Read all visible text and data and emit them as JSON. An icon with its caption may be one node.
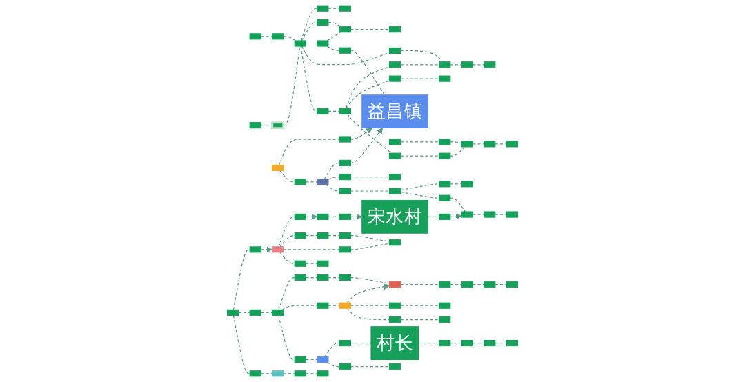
{
  "diagram": {
    "nodes": [
      {
        "text": [],
        "shape": "box"
      },
      {
        "text": [],
        "shape": "box"
      },
      {
        "text": [],
        "shape": "box"
      },
      {
        "text": [],
        "shape": "box"
      },
      {
        "text": [],
        "shape": "box"
      },
      {
        "text": [],
        "shape": "box"
      },
      {
        "text": [],
        "shape": "box"
      },
      {
        "text": [],
        "shape": "box"
      },
      {
        "text": [],
        "shape": "box"
      },
      {
        "text": [],
        "shape": "box"
      },
      {
        "text": [],
        "shape": "box"
      },
      {
        "text": [],
        "shape": "box"
      },
      {
        "text": [],
        "shape": "box"
      },
      {
        "text": [],
        "shape": "box"
      },
      {
        "text": [],
        "shape": "box"
      },
      {
        "text": [],
        "shape": "box"
      },
      {
        "text": [],
        "shape": "box"
      },
      {
        "text": [],
        "shape": "box"
      },
      {
        "text": [],
        "shape": "box"
      },
      {
        "text": [],
        "shape": "box"
      },
      {
        "text": [],
        "shape": "box"
      },
      {
        "text": [],
        "shape": "box"
      },
      {
        "text": [],
        "shape": "box"
      },
      {
        "text": [],
        "shape": "box"
      },
      {
        "text": [],
        "shape": "box"
      },
      {
        "text": [],
        "shape": "box"
      },
      {
        "text": [],
        "shape": "box"
      },
      {
        "text": [],
        "shape": "box"
      },
      {
        "text": [
          "益昌镇"
        ]
      },
      {
        "text": [],
        "shape": "box"
      },
      {
        "text": [],
        "shape": "box"
      },
      {
        "text": [],
        "shape": "box"
      },
      {
        "text": [],
        "shape": "box"
      },
      {
        "text": [],
        "shape": "box"
      },
      {
        "text": [],
        "shape": "box"
      },
      {
        "text": [],
        "shape": "box"
      },
      {
        "text": [],
        "shape": "box"
      },
      {
        "text": [],
        "shape": "box"
      },
      {
        "text": [],
        "shape": "box"
      },
      {
        "text": [],
        "shape": "box"
      },
      {
        "text": [],
        "shape": "box"
      },
      {
        "text": [],
        "shape": "box"
      },
      {
        "text": [],
        "shape": "box"
      },
      {
        "text": [],
        "shape": "box"
      },
      {
        "text": [],
        "shape": "box"
      },
      {
        "text": [
          "宋水村"
        ]
      },
      {
        "text": [],
        "shape": "box"
      },
      {
        "text": [],
        "shape": "box"
      },
      {
        "text": [],
        "shape": "box"
      },
      {
        "text": [],
        "shape": "box"
      },
      {
        "text": [],
        "shape": "box"
      },
      {
        "text": [],
        "shape": "box"
      },
      {
        "text": [],
        "shape": "box"
      },
      {
        "text": [],
        "shape": "box"
      },
      {
        "text": [],
        "shape": "box"
      },
      {
        "text": [],
        "shape": "box"
      },
      {
        "text": [],
        "shape": "box"
      },
      {
        "text": [],
        "shape": "box"
      },
      {
        "text": [],
        "shape": "box"
      },
      {
        "text": [],
        "shape": "box"
      },
      {
        "text": [],
        "shape": "box"
      },
      {
        "text": [],
        "shape": "box"
      },
      {
        "text": [],
        "shape": "box"
      },
      {
        "text": [],
        "shape": "box"
      },
      {
        "text": [],
        "shape": "box"
      },
      {
        "text": [],
        "shape": "box"
      },
      {
        "text": [],
        "shape": "box"
      },
      {
        "text": [],
        "shape": "box"
      },
      {
        "text": [],
        "shape": "box"
      },
      {
        "text": [],
        "shape": "box"
      },
      {
        "text": [
          "村长"
        ]
      },
      {
        "text": [],
        "shape": "box"
      },
      {
        "text": [],
        "shape": "box"
      },
      {
        "text": [],
        "shape": "box"
      },
      {
        "text": [],
        "shape": "box"
      },
      {
        "text": [],
        "shape": "box"
      },
      {
        "text": [],
        "shape": "box"
      },
      {
        "text": [],
        "shape": "box"
      },
      {
        "text": [],
        "shape": "box"
      },
      {
        "text": [],
        "shape": "box"
      },
      {
        "text": [],
        "shape": "box"
      },
      {
        "text": [],
        "shape": "box"
      },
      {
        "text": [],
        "shape": "box"
      },
      {
        "text": [],
        "shape": "box"
      },
      {
        "text": [],
        "shape": "box"
      },
      {
        "text": [],
        "shape": "box"
      },
      {
        "text": [],
        "shape": "box"
      },
      {
        "text": [],
        "shape": "box"
      },
      {
        "text": [],
        "shape": "box"
      }
    ],
    "edges": [
      {
        "from": 0,
        "to": 1,
        "arrow": "none",
        "style": "dashed"
      },
      {
        "from": 1,
        "to": 4,
        "arrow": "none",
        "style": "dashed"
      },
      {
        "from": 2,
        "to": 3,
        "arrow": "none",
        "style": "dashed"
      },
      {
        "from": 3,
        "to": 4,
        "arrow": "none",
        "style": "dashed"
      },
      {
        "from": 6,
        "to": 5,
        "arrow": "none",
        "style": "dashed"
      },
      {
        "from": 4,
        "to": 6,
        "arrow": "none",
        "style": "dashed"
      },
      {
        "from": 4,
        "to": 7,
        "arrow": "none",
        "style": "dashed"
      },
      {
        "from": 7,
        "to": 10,
        "arrow": "none",
        "style": "dashed"
      },
      {
        "from": 8,
        "to": 10,
        "arrow": "none",
        "style": "dashed"
      },
      {
        "from": 8,
        "to": 9,
        "arrow": "none",
        "style": "dashed"
      },
      {
        "from": 10,
        "to": 11,
        "arrow": "none",
        "style": "dashed"
      },
      {
        "from": 4,
        "to": 12,
        "arrow": "none",
        "style": "dashed"
      },
      {
        "from": 12,
        "to": 14,
        "arrow": "none",
        "style": "dashed"
      },
      {
        "from": 4,
        "to": 13,
        "arrow": "none",
        "style": "dashed"
      },
      {
        "from": 13,
        "to": 16,
        "arrow": "none",
        "style": "dashed"
      },
      {
        "from": 15,
        "to": 14,
        "arrow": "none",
        "style": "dashed"
      },
      {
        "from": 16,
        "to": 15,
        "arrow": "none",
        "style": "dashed"
      },
      {
        "from": 16,
        "to": 17,
        "arrow": "none",
        "style": "dashed"
      },
      {
        "from": 17,
        "to": 18,
        "arrow": "none",
        "style": "dashed"
      },
      {
        "from": 14,
        "to": 19,
        "arrow": "none",
        "style": "dashed"
      },
      {
        "from": 19,
        "to": 20,
        "arrow": "none",
        "style": "dashed"
      },
      {
        "from": 16,
        "to": 21,
        "arrow": "none",
        "style": "dashed"
      },
      {
        "from": 21,
        "to": 22,
        "arrow": "none",
        "style": "dashed"
      },
      {
        "from": 22,
        "to": 25,
        "arrow": "none",
        "style": "dashed"
      },
      {
        "from": 24,
        "to": 25,
        "arrow": "none",
        "style": "dashed"
      },
      {
        "from": 23,
        "to": 24,
        "arrow": "none",
        "style": "dashed"
      },
      {
        "from": 25,
        "to": 26,
        "arrow": "none",
        "style": "dashed"
      },
      {
        "from": 26,
        "to": 27,
        "arrow": "none",
        "style": "dashed"
      },
      {
        "from": 9,
        "to": 28,
        "arrow": "none",
        "style": "dashed"
      },
      {
        "from": 29,
        "to": 28,
        "arrow": "to",
        "style": "dashed"
      },
      {
        "from": 30,
        "to": 29,
        "arrow": "none",
        "style": "dashed"
      },
      {
        "from": 32,
        "to": 33,
        "arrow": "none",
        "style": "dashed"
      },
      {
        "from": 33,
        "to": 28,
        "arrow": "to",
        "style": "dashed"
      },
      {
        "from": 30,
        "to": 31,
        "arrow": "none",
        "style": "dashed"
      },
      {
        "from": 31,
        "to": 32,
        "arrow": "none",
        "style": "dashed"
      },
      {
        "from": 32,
        "to": 34,
        "arrow": "none",
        "style": "dashed"
      },
      {
        "from": 34,
        "to": 35,
        "arrow": "none",
        "style": "dashed"
      },
      {
        "from": 32,
        "to": 36,
        "arrow": "none",
        "style": "dashed"
      },
      {
        "from": 36,
        "to": 37,
        "arrow": "none",
        "style": "dashed"
      },
      {
        "from": 37,
        "to": 38,
        "arrow": "none",
        "style": "dashed"
      },
      {
        "from": 38,
        "to": 39,
        "arrow": "none",
        "style": "dashed"
      },
      {
        "from": 37,
        "to": 40,
        "arrow": "none",
        "style": "dashed"
      },
      {
        "from": 40,
        "to": 41,
        "arrow": "none",
        "style": "dashed"
      },
      {
        "from": 41,
        "to": 42,
        "arrow": "none",
        "style": "dashed"
      },
      {
        "from": 42,
        "to": 43,
        "arrow": "none",
        "style": "dashed"
      },
      {
        "from": 44,
        "to": 41,
        "arrow": "to",
        "style": "dashed"
      },
      {
        "from": 45,
        "to": 44,
        "arrow": "none",
        "style": "dashed"
      },
      {
        "from": 46,
        "to": 45,
        "arrow": "to",
        "style": "dashed"
      },
      {
        "from": 47,
        "to": 46,
        "arrow": "none",
        "style": "dashed"
      },
      {
        "from": 48,
        "to": 47,
        "arrow": "to",
        "style": "dashed"
      },
      {
        "from": 49,
        "to": 48,
        "arrow": "none",
        "style": "dashed"
      },
      {
        "from": 49,
        "to": 50,
        "arrow": "none",
        "style": "dashed"
      },
      {
        "from": 50,
        "to": 51,
        "arrow": "none",
        "style": "dashed"
      },
      {
        "from": 51,
        "to": 52,
        "arrow": "none",
        "style": "dashed"
      },
      {
        "from": 52,
        "to": 53,
        "arrow": "none",
        "style": "dashed"
      },
      {
        "from": 49,
        "to": 54,
        "arrow": "none",
        "style": "dashed"
      },
      {
        "from": 54,
        "to": 53,
        "arrow": "none",
        "style": "dashed"
      },
      {
        "from": 49,
        "to": 55,
        "arrow": "none",
        "style": "dashed"
      },
      {
        "from": 55,
        "to": 56,
        "arrow": "none",
        "style": "dashed"
      },
      {
        "from": 57,
        "to": 49,
        "arrow": "to",
        "style": "dashed"
      },
      {
        "from": 58,
        "to": 57,
        "arrow": "none",
        "style": "dashed"
      },
      {
        "from": 58,
        "to": 59,
        "arrow": "none",
        "style": "dashed"
      },
      {
        "from": 59,
        "to": 64,
        "arrow": "none",
        "style": "dashed"
      },
      {
        "from": 58,
        "to": 60,
        "arrow": "none",
        "style": "dashed"
      },
      {
        "from": 60,
        "to": 61,
        "arrow": "none",
        "style": "dashed"
      },
      {
        "from": 61,
        "to": 62,
        "arrow": "none",
        "style": "dashed"
      },
      {
        "from": 62,
        "to": 63,
        "arrow": "none",
        "style": "dashed"
      },
      {
        "from": 64,
        "to": 65,
        "arrow": "none",
        "style": "dashed"
      },
      {
        "from": 65,
        "to": 66,
        "arrow": "none",
        "style": "dashed"
      },
      {
        "from": 66,
        "to": 80,
        "arrow": "none",
        "style": "dashed"
      },
      {
        "from": 80,
        "to": 79,
        "arrow": "none",
        "style": "dashed"
      },
      {
        "from": 79,
        "to": 85,
        "arrow": "none",
        "style": "dashed"
      },
      {
        "from": 85,
        "to": 86,
        "arrow": "none",
        "style": "dashed"
      },
      {
        "from": 64,
        "to": 77,
        "arrow": "none",
        "style": "dashed"
      },
      {
        "from": 77,
        "to": 78,
        "arrow": "none",
        "style": "dashed"
      },
      {
        "from": 78,
        "to": 79,
        "arrow": "to",
        "style": "dashed"
      },
      {
        "from": 78,
        "to": 81,
        "arrow": "none",
        "style": "dashed"
      },
      {
        "from": 81,
        "to": 82,
        "arrow": "none",
        "style": "dashed"
      },
      {
        "from": 78,
        "to": 83,
        "arrow": "none",
        "style": "dashed"
      },
      {
        "from": 83,
        "to": 84,
        "arrow": "none",
        "style": "dashed"
      },
      {
        "from": 64,
        "to": 67,
        "arrow": "none",
        "style": "dashed"
      },
      {
        "from": 67,
        "to": 68,
        "arrow": "none",
        "style": "dashed"
      },
      {
        "from": 68,
        "to": 69,
        "arrow": "none",
        "style": "dashed"
      },
      {
        "from": 69,
        "to": 70,
        "arrow": "none",
        "style": "dashed"
      },
      {
        "from": 70,
        "to": 71,
        "arrow": "none",
        "style": "dashed"
      },
      {
        "from": 71,
        "to": 72,
        "arrow": "none",
        "style": "dashed"
      },
      {
        "from": 72,
        "to": 73,
        "arrow": "none",
        "style": "dashed"
      },
      {
        "from": 73,
        "to": 74,
        "arrow": "none",
        "style": "dashed"
      },
      {
        "from": 68,
        "to": 75,
        "arrow": "none",
        "style": "dashed"
      },
      {
        "from": 75,
        "to": 76,
        "arrow": "none",
        "style": "dashed"
      },
      {
        "from": 86,
        "to": 87,
        "arrow": "none",
        "style": "dashed"
      },
      {
        "from": 87,
        "to": 88,
        "arrow": "none",
        "style": "dashed"
      }
    ]
  }
}
